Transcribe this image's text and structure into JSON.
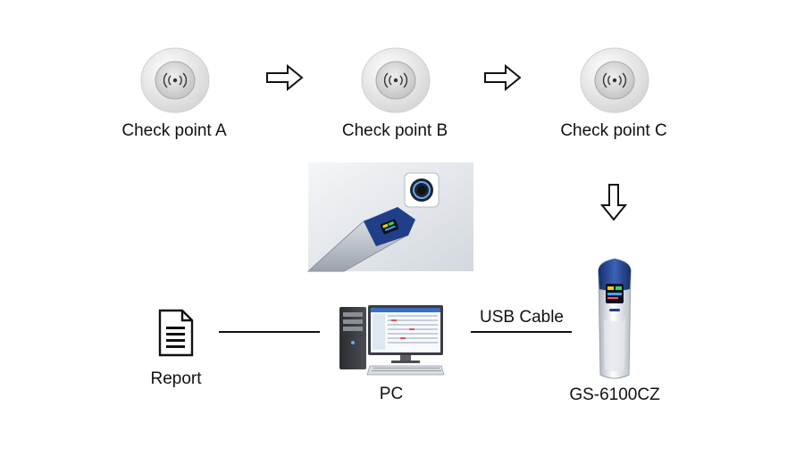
{
  "checkpoints": [
    {
      "label": "Check point A"
    },
    {
      "label": "Check point B"
    },
    {
      "label": "Check point C"
    }
  ],
  "connection": {
    "label": "USB Cable"
  },
  "pc": {
    "label": "PC"
  },
  "report": {
    "label": "Report"
  },
  "device": {
    "label": "GS-6100CZ"
  },
  "colors": {
    "device_blue": "#1f3f8a",
    "device_silver": "#c9ced6",
    "checkpoint_ring": "#e2e2e2",
    "line": "#111111"
  }
}
